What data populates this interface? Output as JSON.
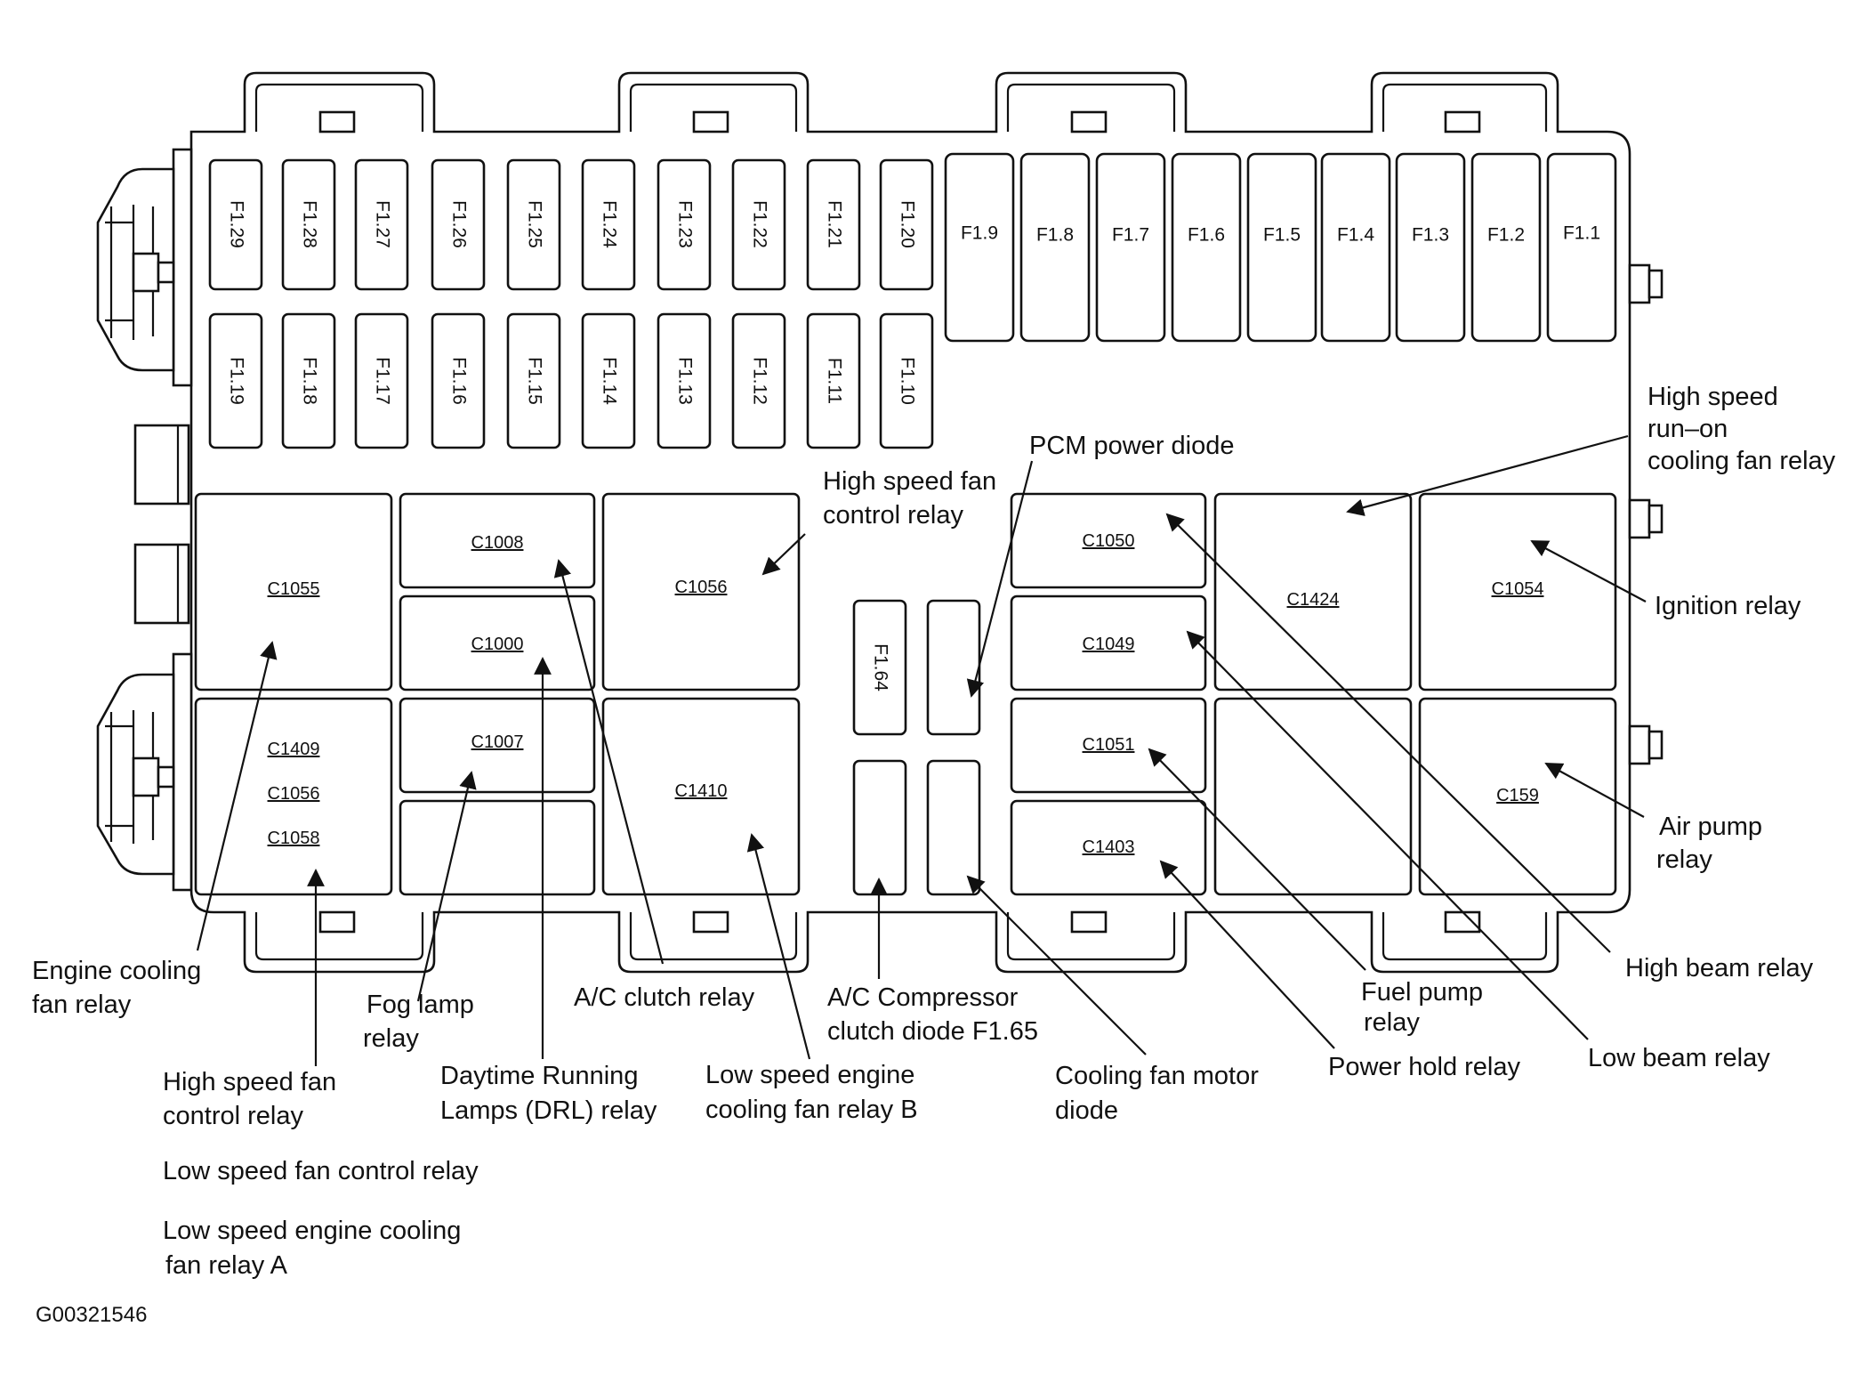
{
  "diagram_id": "G00321546",
  "fuses_top_row": [
    "F1.29",
    "F1.28",
    "F1.27",
    "F1.26",
    "F1.25",
    "F1.24",
    "F1.23",
    "F1.22",
    "F1.21",
    "F1.20"
  ],
  "fuses_second_row": [
    "F1.19",
    "F1.18",
    "F1.17",
    "F1.16",
    "F1.15",
    "F1.14",
    "F1.13",
    "F1.12",
    "F1.11",
    "F1.10"
  ],
  "fuses_large": [
    "F1.9",
    "F1.8",
    "F1.7",
    "F1.6",
    "F1.5",
    "F1.4",
    "F1.3",
    "F1.2",
    "F1.1"
  ],
  "fuse_center": "F1.64",
  "connectors": {
    "c1055": "C1055",
    "c1008": "C1008",
    "c1000": "C1000",
    "c1056": "C1056",
    "c1409": "C1409",
    "c1056b": "C1056",
    "c1058": "C1058",
    "c1007": "C1007",
    "c1410": "C1410",
    "c1050": "C1050",
    "c1049": "C1049",
    "c1051": "C1051",
    "c1403": "C1403",
    "c1424": "C1424",
    "c1054": "C1054",
    "c159": "C159"
  },
  "labels": {
    "high_speed_fan_control_relay_top": [
      "High speed fan",
      "control relay"
    ],
    "pcm_power_diode": [
      "PCM power diode"
    ],
    "high_speed_run_on": [
      "High speed",
      "run–on",
      "cooling fan relay"
    ],
    "ignition_relay": [
      "Ignition relay"
    ],
    "air_pump_relay": [
      "Air pump",
      "relay"
    ],
    "high_beam_relay": [
      "High beam relay"
    ],
    "low_beam_relay": [
      "Low beam relay"
    ],
    "fuel_pump_relay": [
      "Fuel pump",
      "relay"
    ],
    "power_hold_relay": [
      "Power hold relay"
    ],
    "cooling_fan_motor_diode": [
      "Cooling fan motor",
      "diode"
    ],
    "ac_compressor_clutch_diode": [
      "A/C Compressor",
      "clutch diode  F1.65"
    ],
    "low_speed_engine_relay_b": [
      "Low speed engine",
      "cooling fan relay B"
    ],
    "ac_clutch_relay": [
      "A/C clutch relay"
    ],
    "drl_relay": [
      "Daytime Running",
      "Lamps (DRL) relay"
    ],
    "fog_lamp_relay": [
      "Fog lamp",
      "relay"
    ],
    "engine_cooling_fan_relay": [
      "Engine cooling",
      "fan relay"
    ],
    "high_speed_fan_control_relay_bottom": [
      "High speed fan",
      "control relay"
    ],
    "low_speed_fan_control_relay": [
      "Low speed fan control relay"
    ],
    "low_speed_engine_relay_a": [
      "Low speed engine cooling",
      "fan  relay A"
    ]
  }
}
